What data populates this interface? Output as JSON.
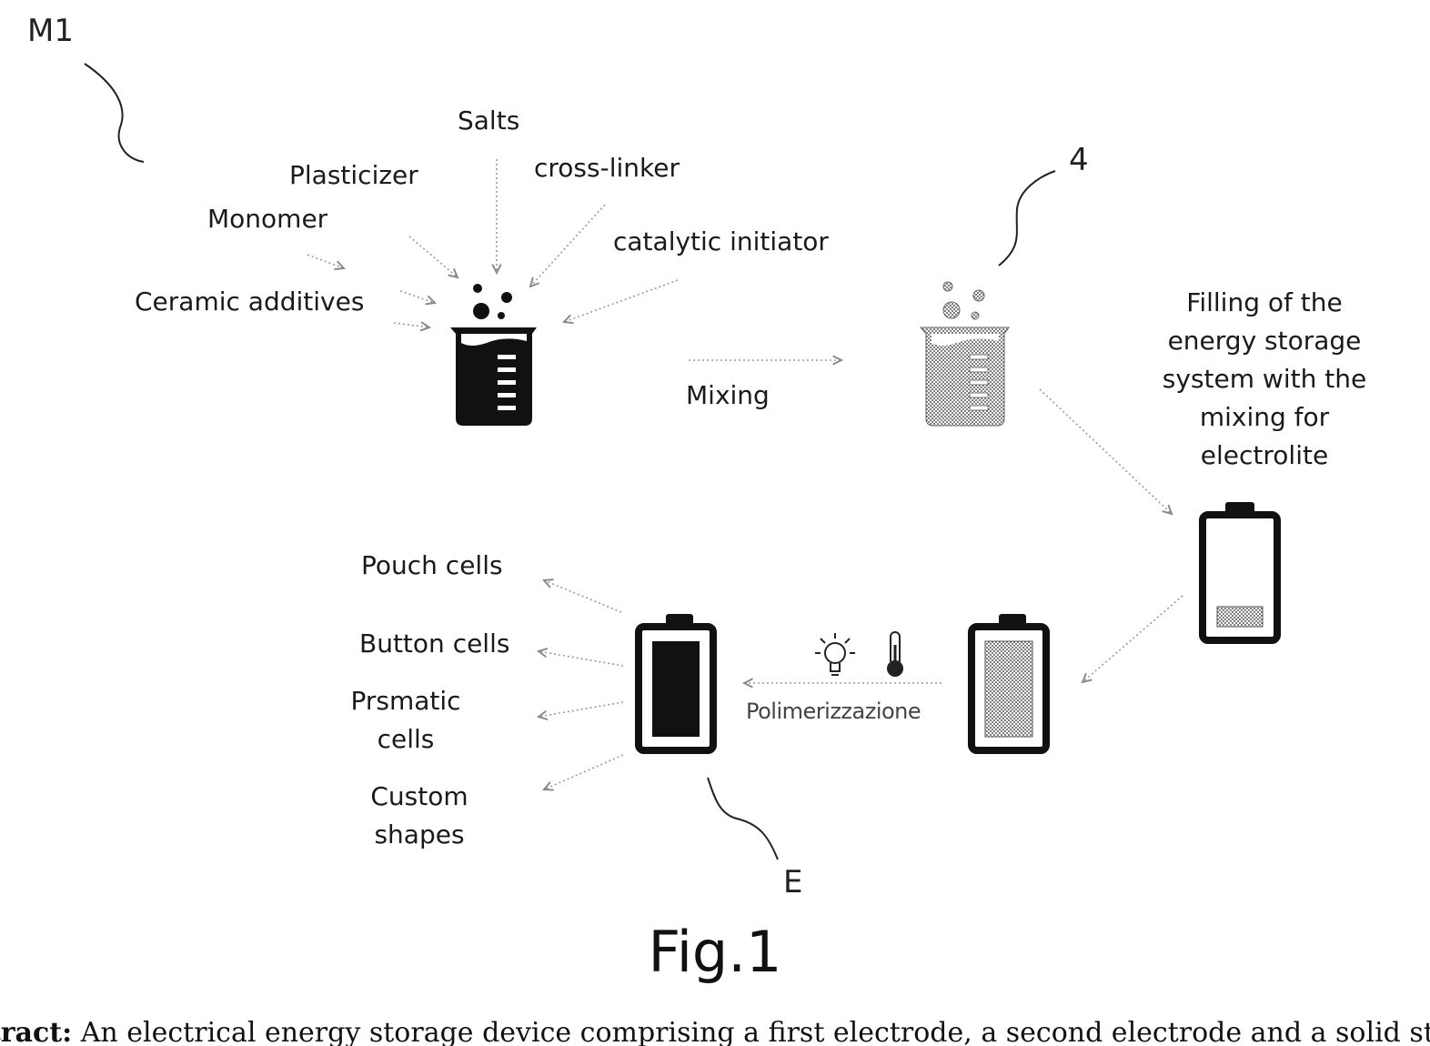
{
  "refs": {
    "m1": "M1",
    "four": "4",
    "e": "E"
  },
  "ingredients": {
    "salts": "Salts",
    "plasticizer": "Plasticizer",
    "cross_linker": "cross-linker",
    "monomer": "Monomer",
    "catalytic_initiator": "catalytic initiator",
    "ceramic_additives": "Ceramic additives"
  },
  "steps": {
    "mixing": "Mixing",
    "filling": [
      "Filling of the",
      "energy storage",
      "system with the",
      "mixing for",
      "electrolite"
    ],
    "polimerizzazione": "Polimerizzazione"
  },
  "cell_types": {
    "pouch": "Pouch cells",
    "button": "Button cells",
    "prismatic": [
      "Prsmatic",
      "cells"
    ],
    "custom": [
      "Custom",
      "shapes"
    ]
  },
  "figure_label": "Fig.1",
  "abstract": {
    "heading": "stract:",
    "text": " An electrical energy storage device comprising a first electrode, a second electrode and a solid state"
  },
  "icons": [
    "beaker-icon",
    "battery-icon",
    "lightbulb-icon",
    "thermometer-icon"
  ],
  "colors": {
    "ink": "#111111",
    "gray_fill": "#8a8a8a",
    "arrow": "#9a9a9a"
  }
}
